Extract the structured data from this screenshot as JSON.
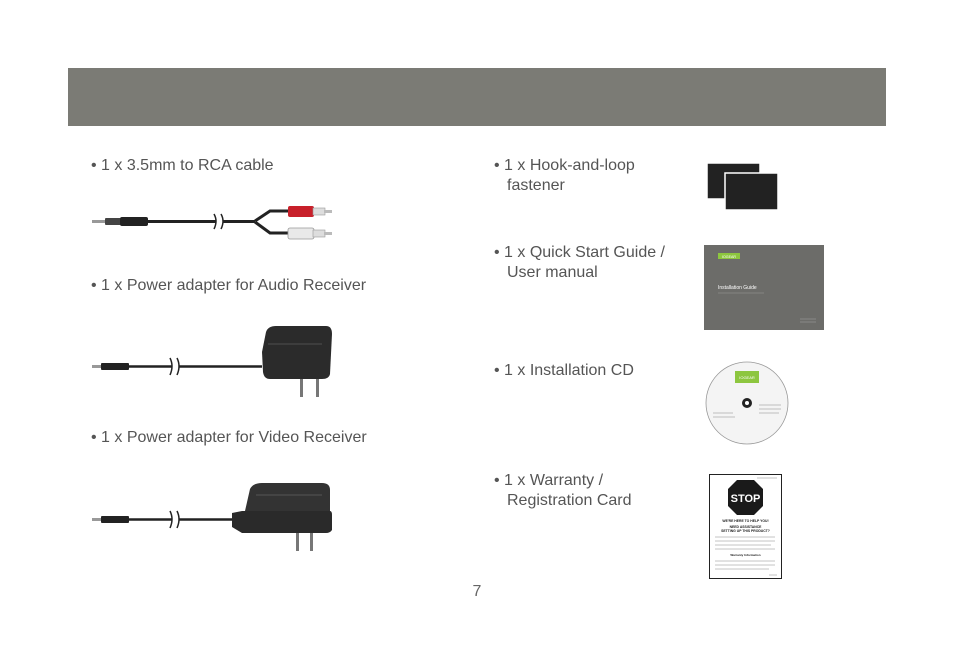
{
  "header": {
    "color": "#7b7b75"
  },
  "left_items": [
    {
      "line1": "• 1 x 3.5mm to RCA cable"
    },
    {
      "line1": "• 1 x Power adapter for Audio Receiver"
    },
    {
      "line1": "• 1 x Power adapter for Video Receiver"
    }
  ],
  "right_items": [
    {
      "line1": "• 1 x Hook-and-loop",
      "line2": "fastener"
    },
    {
      "line1": "• 1 x Quick Start Guide /",
      "line2": "User manual"
    },
    {
      "line1": "• 1 x Installation CD"
    },
    {
      "line1": "• 1 x Warranty /",
      "line2": "Registration Card"
    }
  ],
  "guide_cover": {
    "brand": "IOGEAR",
    "title": "Installation Guide"
  },
  "cd_label": {
    "brand": "IOGEAR"
  },
  "warranty_card": {
    "stop_text": "STOP",
    "heading1": "WE'RE HERE TO HELP YOU!",
    "heading2": "NEED ASSISTANCE",
    "heading3": "SETTING UP THIS PRODUCT?",
    "section": "Warranty Information"
  },
  "page_number": "7"
}
